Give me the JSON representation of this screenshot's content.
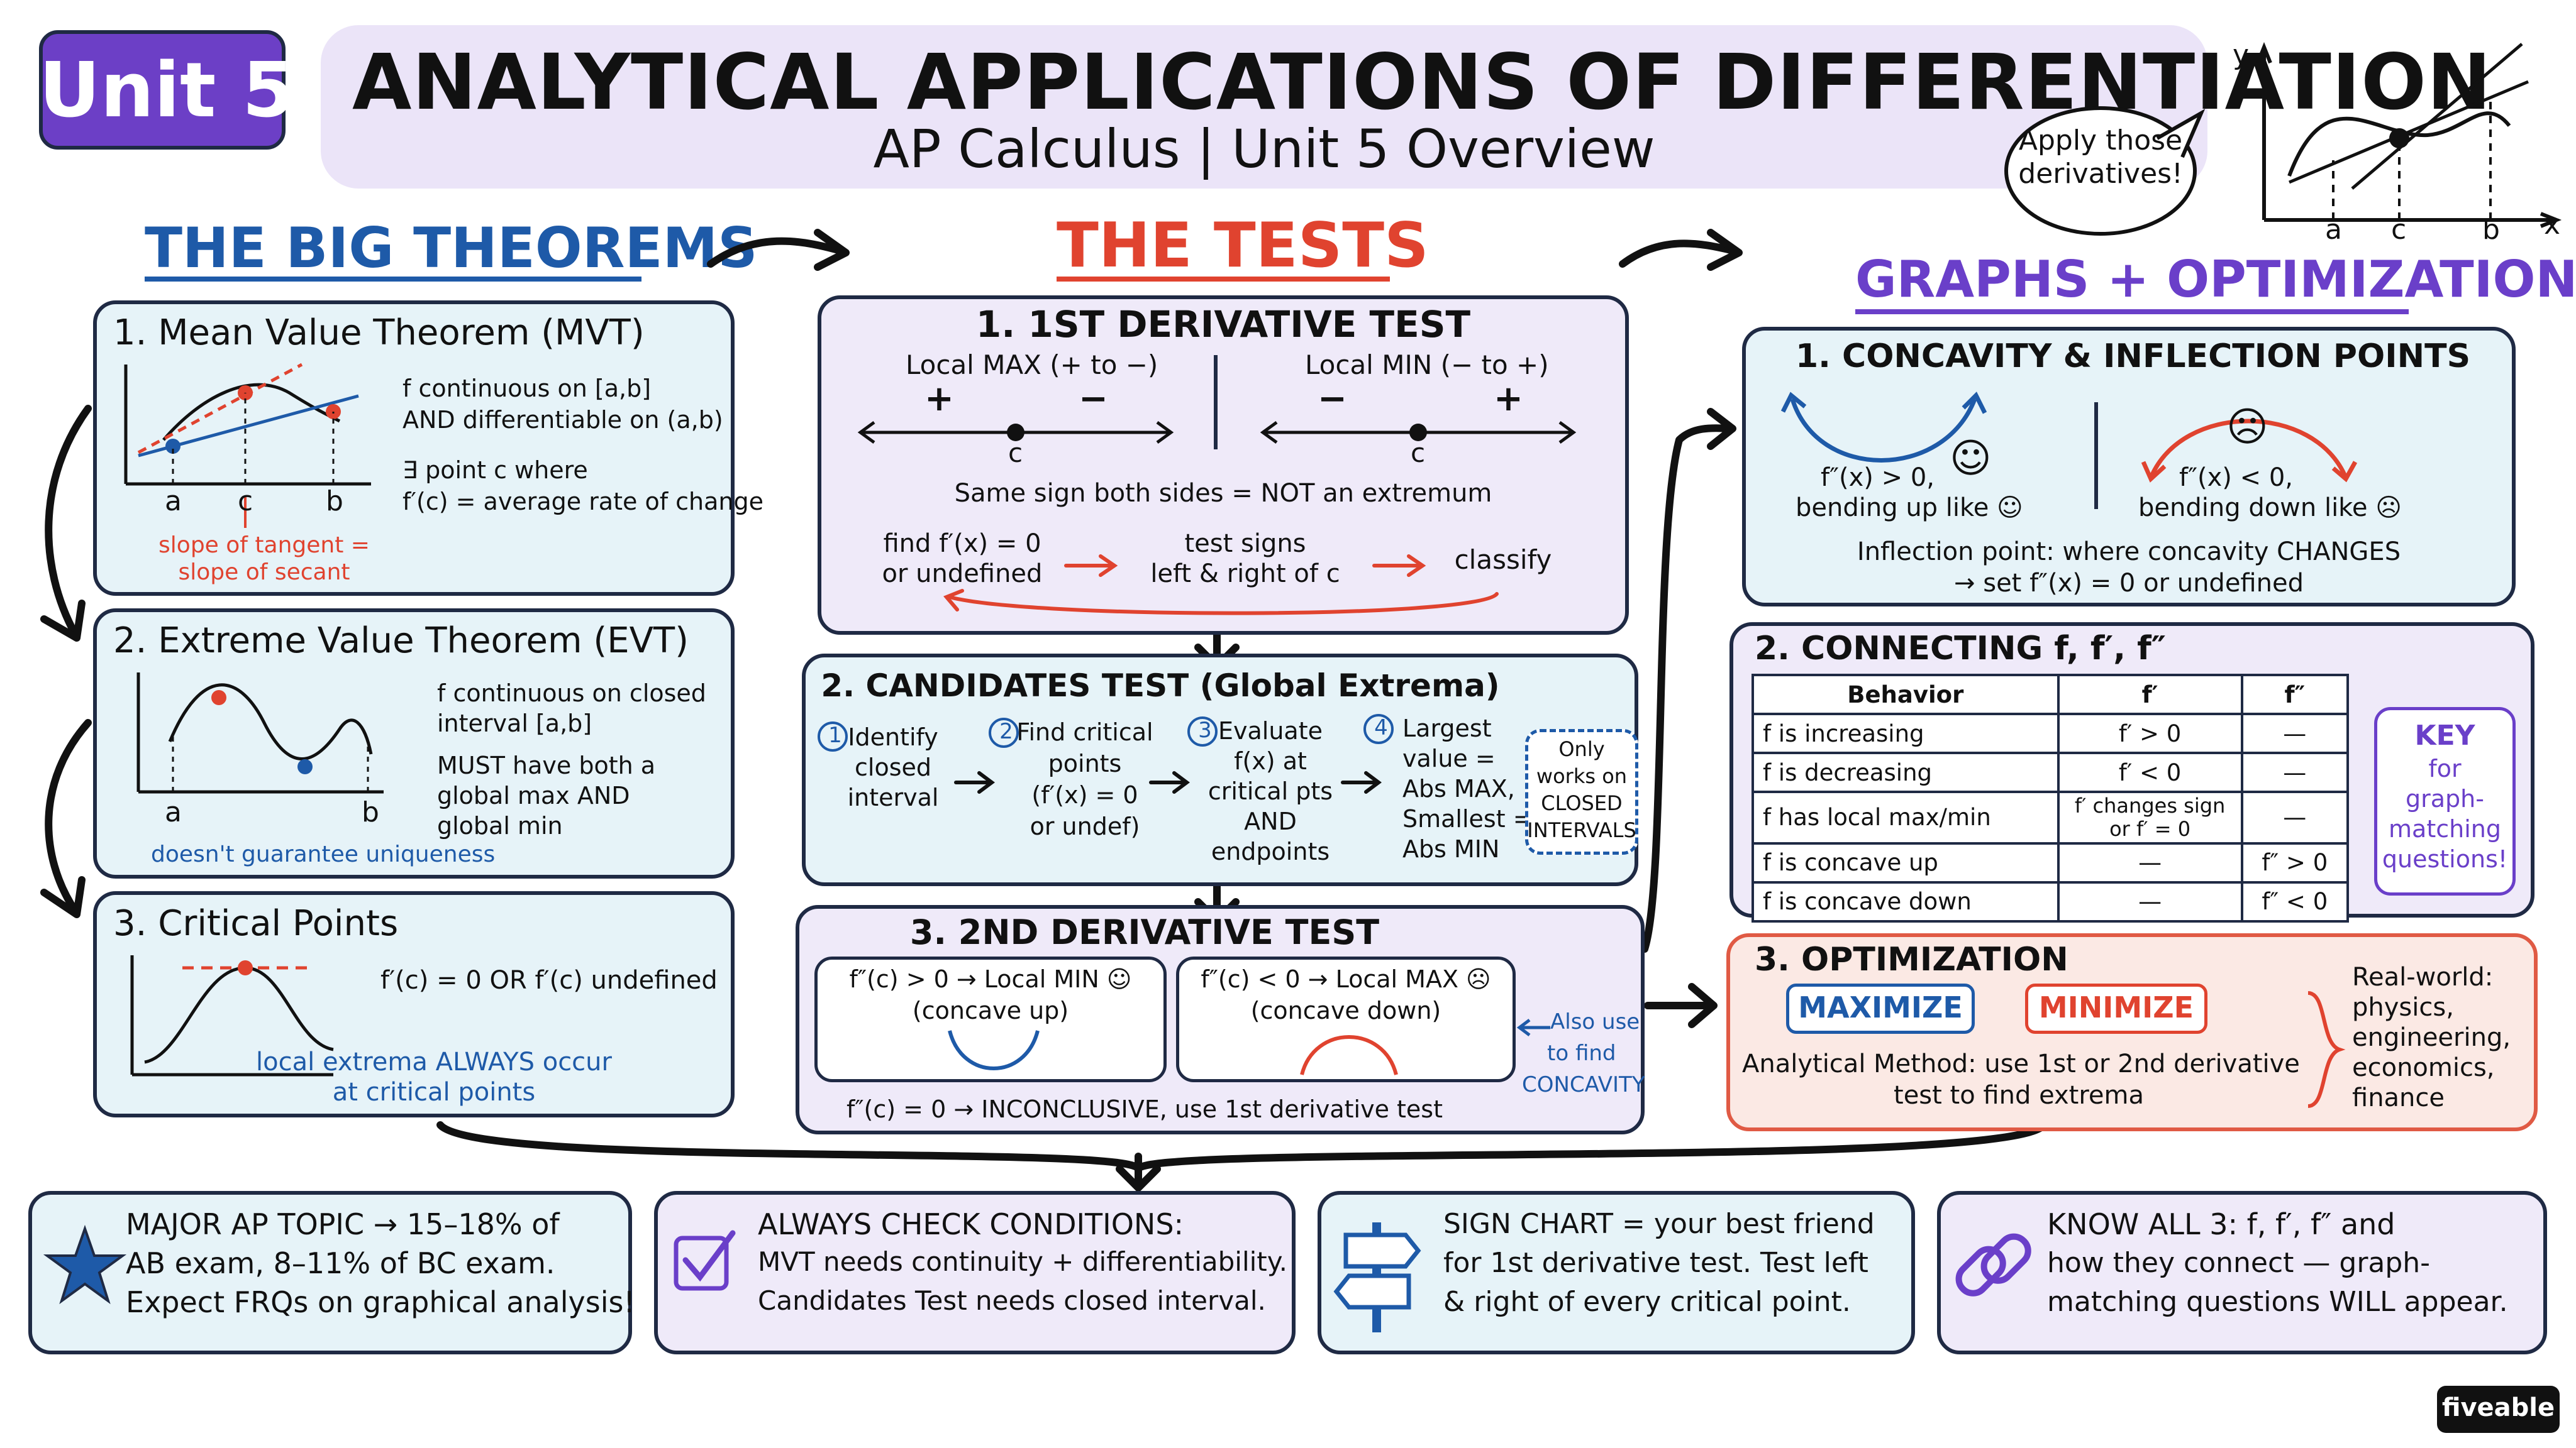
{
  "header": {
    "unit_badge": "Unit 5",
    "title": "ANALYTICAL APPLICATIONS OF DIFFERENTIATION",
    "subtitle": "AP Calculus | Unit 5 Overview",
    "bubble": "Apply those derivatives!",
    "mini_graph": {
      "y": "y",
      "x": "x",
      "a": "a",
      "c": "c",
      "b": "b"
    }
  },
  "sections": {
    "big_theorems": "THE BIG THEOREMS",
    "tests": "THE TESTS",
    "graphs": "GRAPHS + OPTIMIZATION"
  },
  "mvt": {
    "title": "1. Mean Value Theorem (MVT)",
    "line1": "f continuous on [a,b]",
    "line2": "AND differentiable on (a,b)",
    "line3": "∃ point c where",
    "line4": "f′(c) = average rate of change",
    "note1": "slope of tangent =",
    "note2": "slope of secant",
    "axis": {
      "a": "a",
      "c": "c",
      "b": "b"
    }
  },
  "evt": {
    "title": "2. Extreme Value Theorem (EVT)",
    "line1": "f continuous on closed",
    "line2": "interval [a,b]",
    "line3": "MUST have both a",
    "line4": "global max AND",
    "line5": "global min",
    "note": "doesn't guarantee uniqueness",
    "axis": {
      "a": "a",
      "b": "b"
    }
  },
  "critical": {
    "title": "3. Critical Points",
    "line1": "f′(c) = 0 OR f′(c) undefined",
    "note1": "local extrema ALWAYS occur",
    "note2": "at critical points"
  },
  "first_test": {
    "title": "1. 1ST DERIVATIVE TEST",
    "max_label": "Local MAX (+ to −)",
    "min_label": "Local MIN (− to +)",
    "plus": "+",
    "minus": "−",
    "c": "c",
    "same_sign": "Same sign both sides = NOT an extremum",
    "step1a": "find f′(x) = 0",
    "step1b": "or undefined",
    "step2a": "test signs",
    "step2b": "left & right of c",
    "step3": "classify"
  },
  "candidates": {
    "title": "2. CANDIDATES TEST (Global Extrema)",
    "steps": [
      {
        "num": "1",
        "lines": [
          "Identify",
          "closed",
          "interval"
        ]
      },
      {
        "num": "2",
        "lines": [
          "Find critical",
          "points",
          "(f′(x) = 0",
          "or undef)"
        ]
      },
      {
        "num": "3",
        "lines": [
          "Evaluate",
          "f(x) at",
          "critical pts",
          "AND",
          "endpoints"
        ]
      },
      {
        "num": "4",
        "lines": [
          "Largest",
          "value =",
          "Abs MAX,",
          "Smallest =",
          "Abs MIN"
        ]
      }
    ],
    "note": [
      "Only",
      "works on",
      "CLOSED",
      "INTERVALS"
    ]
  },
  "second_test": {
    "title": "3. 2ND DERIVATIVE TEST",
    "left1": "f″(c) > 0 → Local MIN ☺",
    "left2": "(concave up)",
    "right1": "f″(c) < 0 → Local MAX ☹",
    "right2": "(concave down)",
    "bottom": "f″(c) = 0 → INCONCLUSIVE, use 1st derivative test",
    "side": [
      "Also use",
      "to find",
      "CONCAVITY"
    ]
  },
  "concavity": {
    "title": "1. CONCAVITY & INFLECTION POINTS",
    "up1": "f″(x) > 0,",
    "up2": "bending up like ☺",
    "down1": "f″(x) < 0,",
    "down2": "bending down like ☹",
    "inflect1": "Inflection point: where concavity CHANGES",
    "inflect2": "→ set f″(x) = 0 or undefined",
    "smile": "☺",
    "frown": "☹"
  },
  "connecting": {
    "title": "2. CONNECTING f, f′, f″",
    "headers": [
      "Behavior",
      "f′",
      "f″"
    ],
    "rows": [
      [
        "f is increasing",
        "f′ > 0",
        "—"
      ],
      [
        "f is decreasing",
        "f′ < 0",
        "—"
      ],
      [
        "f has local max/min",
        "f′ changes sign or f′ = 0",
        "—"
      ],
      [
        "f is concave up",
        "—",
        "f″ > 0"
      ],
      [
        "f is concave down",
        "—",
        "f″ < 0"
      ]
    ],
    "key": [
      "KEY",
      "for",
      "graph-",
      "matching",
      "questions!"
    ]
  },
  "optimization": {
    "title": "3. OPTIMIZATION",
    "maximize": "MAXIMIZE",
    "minimize": "MINIMIZE",
    "method1": "Analytical Method: use 1st or 2nd derivative",
    "method2": "test to find extrema",
    "real": [
      "Real-world:",
      "physics,",
      "engineering,",
      "economics,",
      "finance"
    ]
  },
  "footer": [
    {
      "icon": "star-icon",
      "lines": [
        "MAJOR AP TOPIC → 15–18% of",
        "AB exam, 8–11% of BC exam.",
        "Expect FRQs on graphical analysis!"
      ]
    },
    {
      "icon": "checkbox-icon",
      "lines": [
        "ALWAYS CHECK CONDITIONS:",
        "MVT needs continuity + differentiability.",
        "Candidates Test needs closed interval."
      ]
    },
    {
      "icon": "signpost-icon",
      "lines": [
        "SIGN CHART = your best friend",
        "for 1st derivative test. Test left",
        "& right of every critical point."
      ]
    },
    {
      "icon": "chain-link-icon",
      "lines": [
        "KNOW ALL 3: f, f′, f″ and",
        "how they connect — graph-",
        "matching questions WILL appear."
      ]
    }
  ],
  "brand": "fiveable",
  "colors": {
    "navy": "#1f2a44",
    "red": "#e0432f",
    "blue": "#1e5aa8",
    "purple": "#6a3fc9",
    "badge": "#6c3fc6"
  }
}
